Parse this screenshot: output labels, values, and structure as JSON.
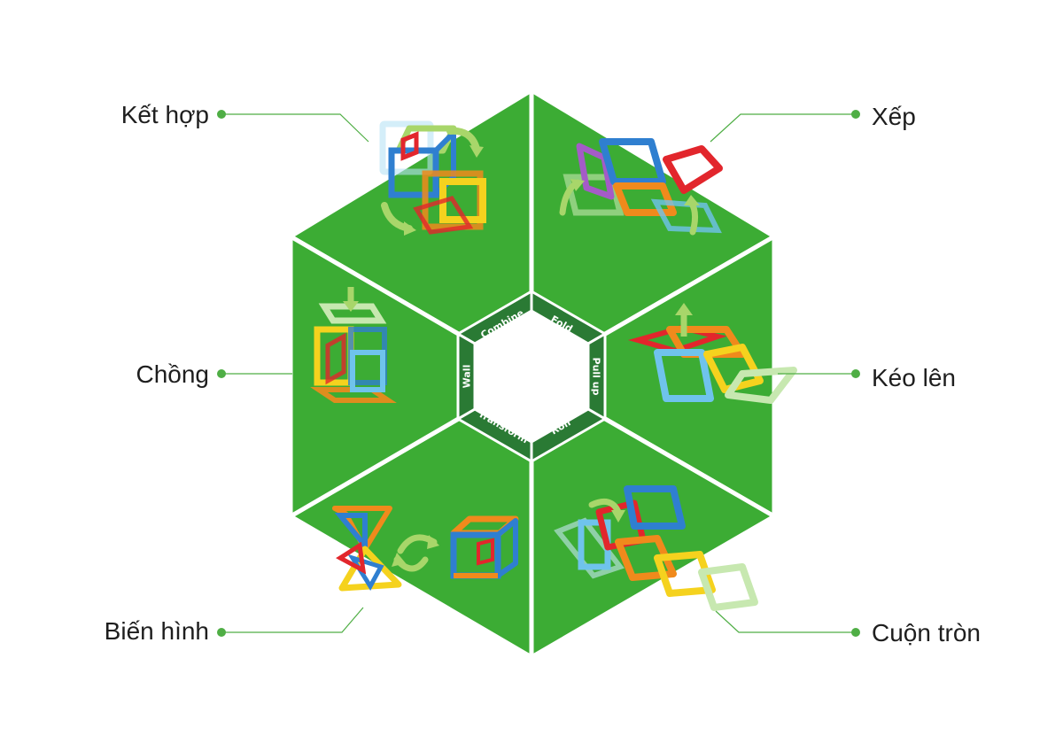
{
  "colors": {
    "green": "#3cac34",
    "dark_green": "#2a7a34",
    "leader": "#4fae45",
    "white": "#ffffff",
    "tile_red": "#e2262c",
    "tile_blue": "#2f7fd0",
    "tile_yellow": "#f5d21e",
    "tile_orange": "#f08a1c",
    "tile_lightgreen": "#a8d66a",
    "tile_purple": "#a45bc7",
    "tile_lightblue": "#6fc3ec"
  },
  "labels": {
    "top_left": "Kết hợp",
    "top_right": "Xếp",
    "mid_left": "Chồng",
    "mid_right": "Kéo lên",
    "bottom_left": "Biến hình",
    "bottom_right": "Cuộn tròn"
  },
  "inner_labels": {
    "combine": "Combine",
    "fold": "Fold",
    "pull_up": "Pull up",
    "roll": "Roll",
    "transform": "Transform",
    "wall": "Wall"
  }
}
